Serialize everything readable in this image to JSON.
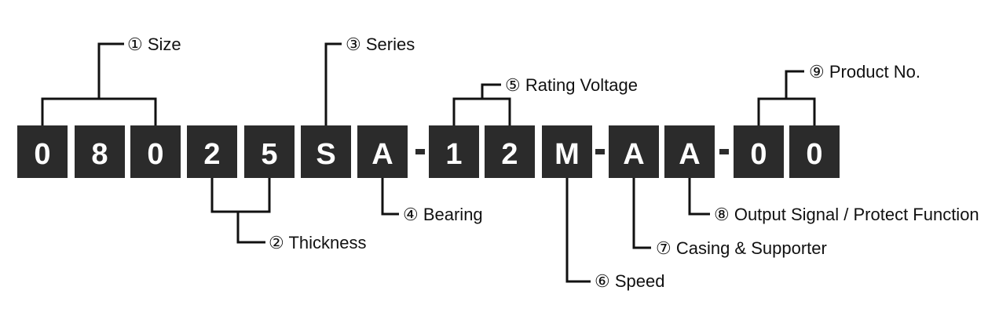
{
  "code": {
    "chars": [
      "0",
      "8",
      "0",
      "2",
      "5",
      "S",
      "A",
      "1",
      "2",
      "M",
      "A",
      "A",
      "0",
      "0"
    ],
    "separator": "-"
  },
  "labels": {
    "size": "① Size",
    "thickness": "② Thickness",
    "series": "③ Series",
    "bearing": "④  Bearing",
    "rating_voltage": "⑤ Rating Voltage",
    "speed": "⑥  Speed",
    "casing": "⑦ Casing & Supporter",
    "output": "⑧ Output Signal / Protect Function",
    "product_no": "⑨ Product No."
  },
  "colors": {
    "box": "#2b2b2b",
    "box_text": "#ffffff",
    "line": "#111111"
  }
}
